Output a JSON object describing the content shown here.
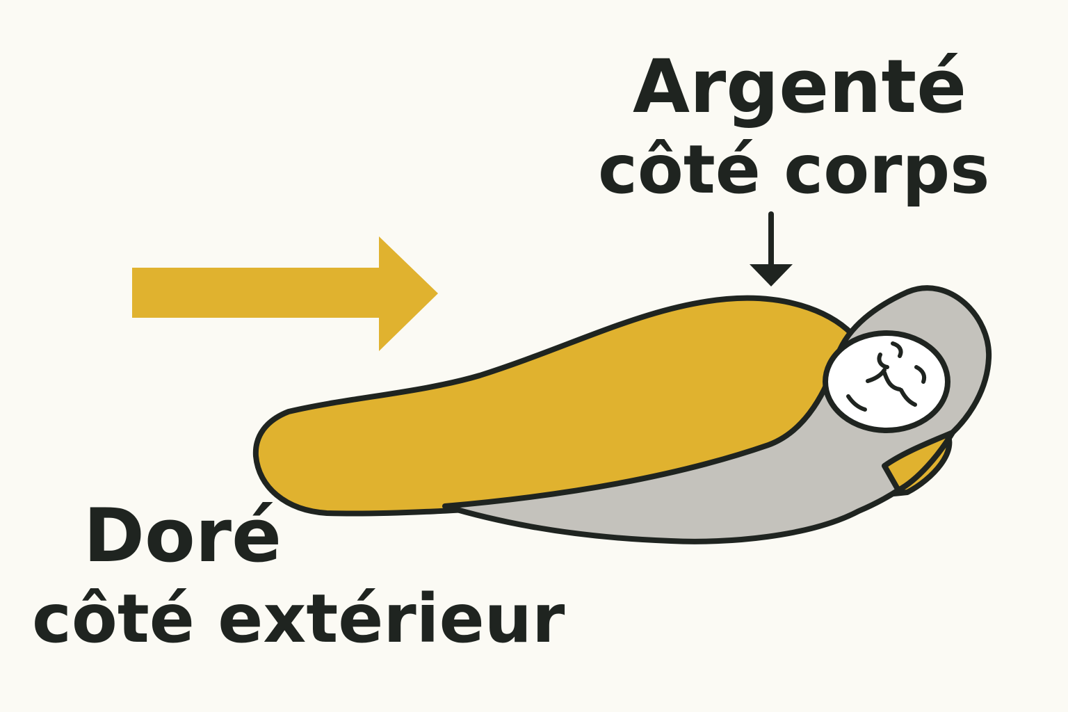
{
  "labels": {
    "silver_title": "Argenté",
    "silver_subtitle": "côté corps",
    "gold_title": "Doré",
    "gold_subtitle": "côté extérieur"
  },
  "colors": {
    "background": "#fbfaf4",
    "gold": "#e0b22f",
    "silver": "#c4c2bc",
    "outline": "#1f2420",
    "face": "#ffffff"
  },
  "icons": {
    "direction_arrow": "right-arrow-icon",
    "pointer_arrow": "down-arrow-icon",
    "person": "wrapped-person-icon",
    "face": "face-icon"
  }
}
